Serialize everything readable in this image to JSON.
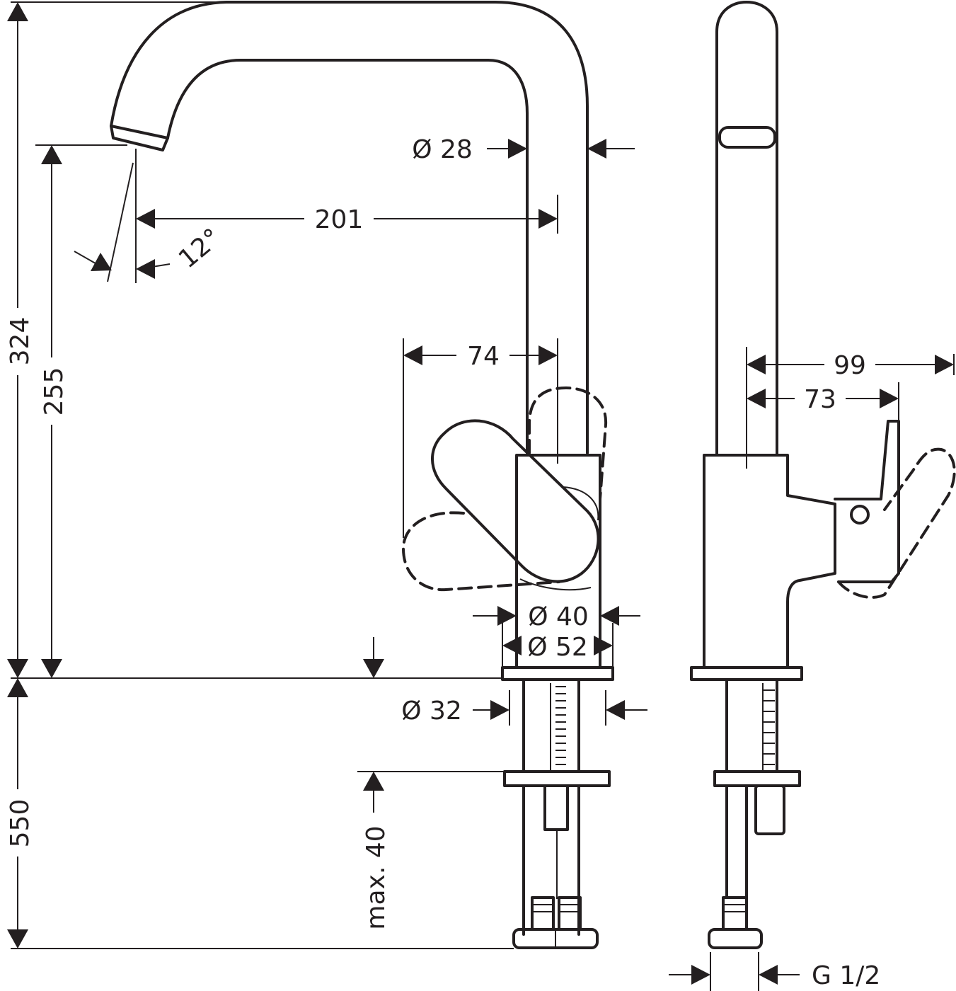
{
  "dimensions": {
    "total_height": "324",
    "spout_height": "255",
    "below_counter": "550",
    "spout_reach": "201",
    "spray_angle": "12°",
    "spout_pipe_dia": "Ø 28",
    "lever_offset": "74",
    "body_dia_top": "Ø 40",
    "base_dia": "Ø 52",
    "shank_dia": "Ø 32",
    "max_counter_thickness": "max. 40",
    "depth_lever_open": "99",
    "depth_lever": "73",
    "connection": "G 1/2"
  },
  "colors": {
    "line": "#231f20",
    "background": "#ffffff"
  }
}
